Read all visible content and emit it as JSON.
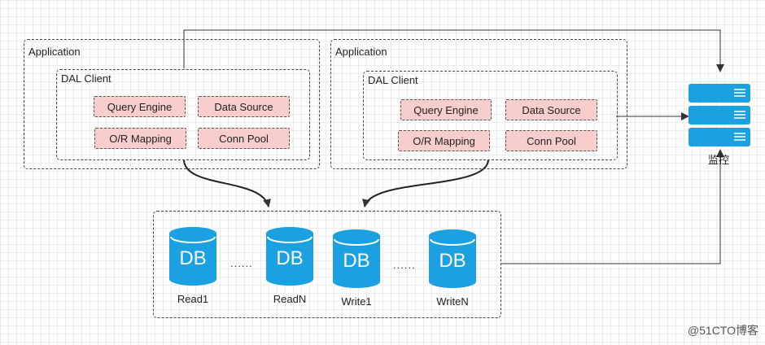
{
  "diagram": {
    "applications": [
      {
        "title": "Application",
        "client": {
          "title": "DAL Client",
          "modules": [
            "Query Engine",
            "Data Source",
            "O/R Mapping",
            "Conn Pool"
          ]
        }
      },
      {
        "title": "Application",
        "client": {
          "title": "DAL Client",
          "modules": [
            "Query Engine",
            "Data Source",
            "O/R Mapping",
            "Conn Pool"
          ]
        }
      }
    ],
    "databases": {
      "icon_text": "DB",
      "items": [
        "Read1",
        "ReadN",
        "Write1",
        "WriteN"
      ],
      "ellipsis": "......"
    },
    "monitor": {
      "label": "监控",
      "icon": "server-stack-icon"
    },
    "watermark": "@51CTO博客"
  },
  "colors": {
    "module_fill": "#f8cecc",
    "db_fill": "#1ba1e2",
    "server_fill": "#1ba1e2",
    "connector": "#333333"
  }
}
